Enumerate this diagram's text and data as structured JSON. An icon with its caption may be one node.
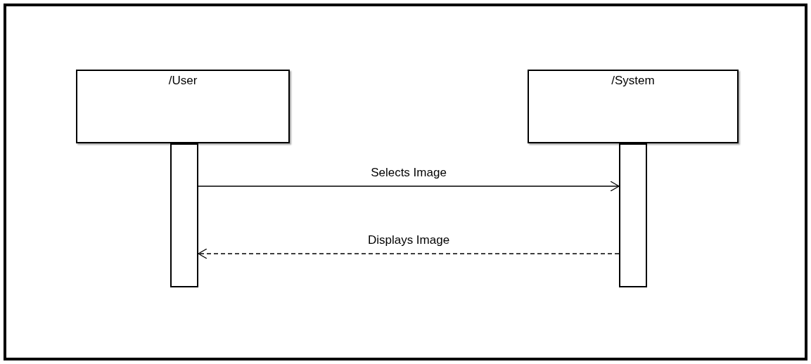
{
  "diagram": {
    "nodes": [
      {
        "text": [
          "/User"
        ]
      },
      {
        "text": [
          "/System"
        ]
      },
      {
        "text": [],
        "shape": "bar"
      },
      {
        "text": [],
        "shape": "bar"
      }
    ],
    "edges": [
      {
        "from": 2,
        "to": 3,
        "arrow": "to",
        "label": "Selects Image"
      },
      {
        "from": 3,
        "to": 2,
        "arrow": "to",
        "label": "Displays Image",
        "style": "dashed"
      }
    ]
  }
}
